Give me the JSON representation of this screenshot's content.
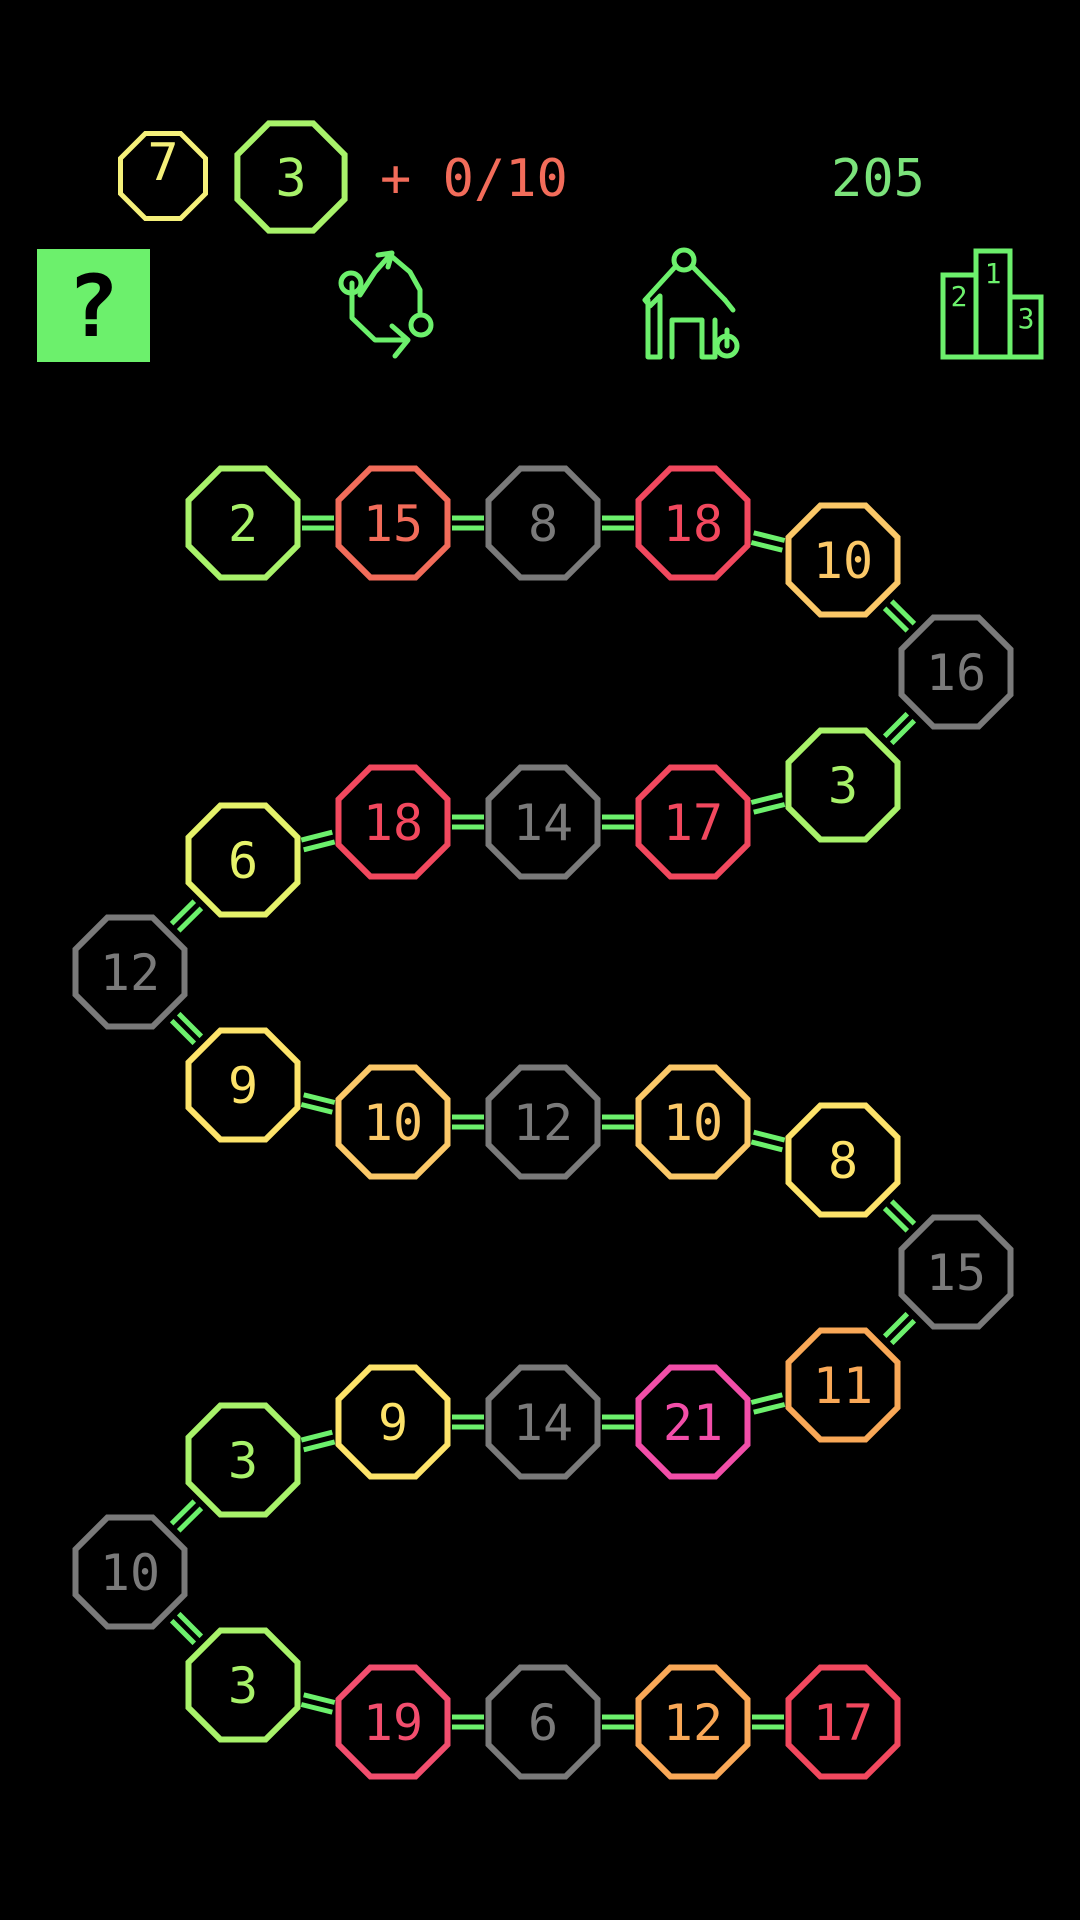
{
  "hud": {
    "current_tile": {
      "value": "7",
      "color": "#f5f07a"
    },
    "next_tile": {
      "value": "3",
      "color": "#a8f26a"
    },
    "moves_text": "+ 0/10",
    "moves_color": "#f26c5a",
    "score": "205",
    "score_color": "#7be37b"
  },
  "toolbar": {
    "help_label": "?",
    "accent_color": "#6cf06c",
    "icons": [
      "help-icon",
      "swap-icon",
      "home-icon",
      "leaderboard-icon"
    ],
    "podium_labels": [
      "1",
      "2",
      "3"
    ]
  },
  "link_color": "#6cf06c",
  "palette": {
    "green": "#a8f26a",
    "lime": "#e5f26a",
    "yellow": "#fde36a",
    "amber": "#fbc868",
    "orange": "#f9a857",
    "coral": "#f26c5a",
    "red": "#f2485e",
    "rose": "#f24e6e",
    "pink": "#f24ea8",
    "gray": "#7a7a7a"
  },
  "path": [
    {
      "value": "2",
      "color": "green"
    },
    {
      "value": "15",
      "color": "coral"
    },
    {
      "value": "8",
      "color": "gray"
    },
    {
      "value": "18",
      "color": "red"
    },
    {
      "value": "10",
      "color": "amber"
    },
    {
      "value": "16",
      "color": "gray"
    },
    {
      "value": "3",
      "color": "green"
    },
    {
      "value": "17",
      "color": "red"
    },
    {
      "value": "14",
      "color": "gray"
    },
    {
      "value": "18",
      "color": "red"
    },
    {
      "value": "6",
      "color": "lime"
    },
    {
      "value": "12",
      "color": "gray"
    },
    {
      "value": "9",
      "color": "yellow"
    },
    {
      "value": "10",
      "color": "amber"
    },
    {
      "value": "12",
      "color": "gray"
    },
    {
      "value": "10",
      "color": "amber"
    },
    {
      "value": "8",
      "color": "yellow"
    },
    {
      "value": "15",
      "color": "gray"
    },
    {
      "value": "11",
      "color": "orange"
    },
    {
      "value": "21",
      "color": "pink"
    },
    {
      "value": "14",
      "color": "gray"
    },
    {
      "value": "9",
      "color": "yellow"
    },
    {
      "value": "3",
      "color": "green"
    },
    {
      "value": "10",
      "color": "gray"
    },
    {
      "value": "3",
      "color": "green"
    },
    {
      "value": "19",
      "color": "rose"
    },
    {
      "value": "6",
      "color": "gray"
    },
    {
      "value": "12",
      "color": "orange"
    },
    {
      "value": "17",
      "color": "red"
    }
  ]
}
